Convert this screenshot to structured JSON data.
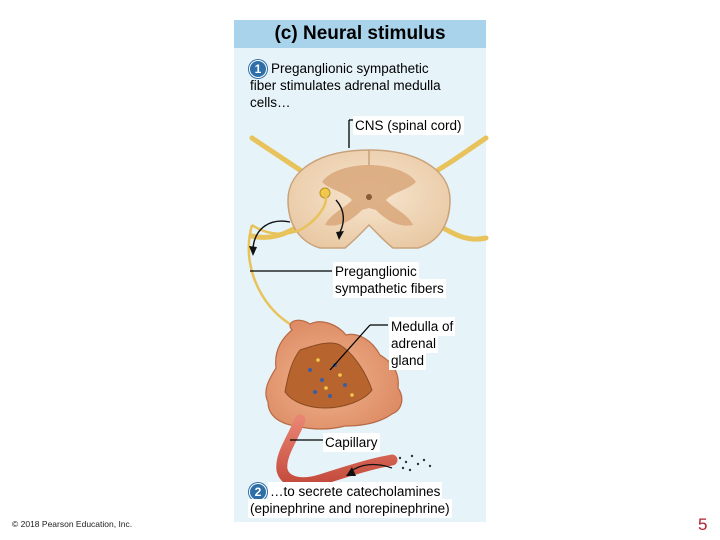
{
  "title": "(c) Neural stimulus",
  "steps": [
    {
      "number": "1",
      "text_line1": "Preganglionic sympathetic",
      "text_line2": "fiber stimulates adrenal medulla",
      "text_line3": "cells…"
    },
    {
      "number": "2",
      "text_line1": "…to secrete catecholamines",
      "text_line2": "(epinephrine and norepinephrine)"
    }
  ],
  "labels": {
    "cns": "CNS (spinal cord)",
    "preganglionic_line1": "Preganglionic",
    "preganglionic_line2": "sympathetic fibers",
    "medulla_line1": "Medulla of",
    "medulla_line2": "adrenal",
    "medulla_line3": "gland",
    "capillary": "Capillary"
  },
  "footer": {
    "copyright": "© 2018 Pearson Education, Inc.",
    "page_number": "5"
  },
  "colors": {
    "panel": "#e6f3f9",
    "title_bar": "#a9d3ea",
    "step_badge": "#2f6fa8",
    "nerve": "#e8c25a",
    "spinal_cord": "#f2d7b8",
    "gray_matter": "#d9a77a",
    "adrenal_cortex": "#e9a27c",
    "adrenal_medulla": "#b8642e",
    "capillary": "#d8604f",
    "page_number": "#b0202e"
  }
}
